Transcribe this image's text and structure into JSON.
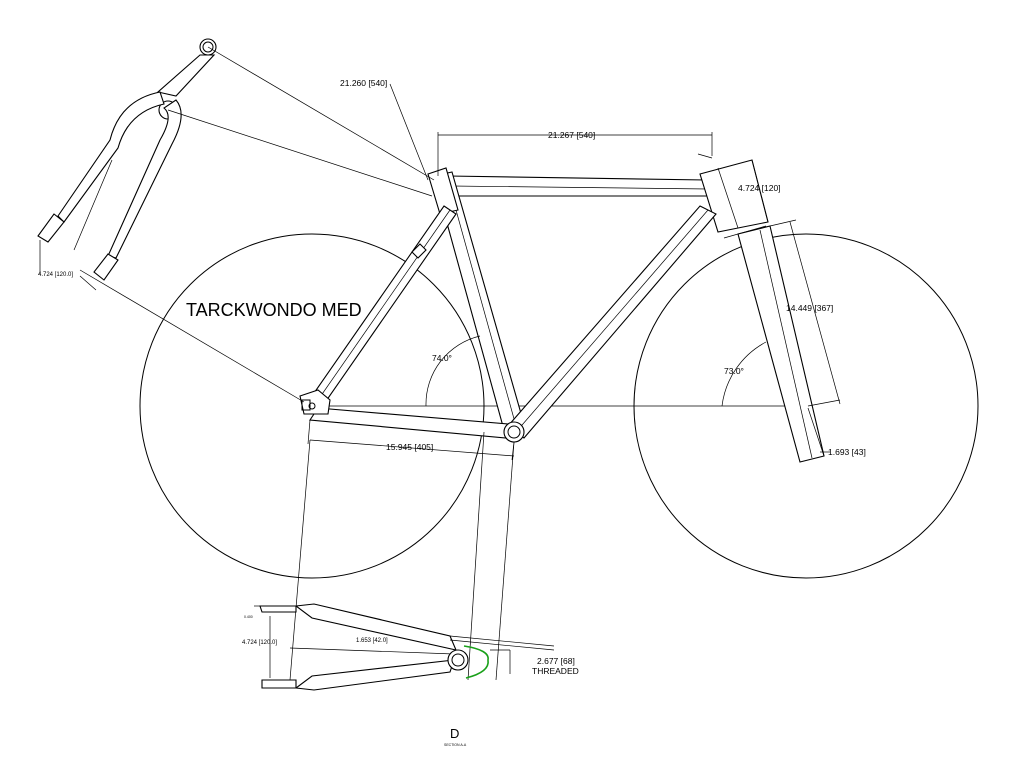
{
  "drawing": {
    "title": "TARCKWONDO MED",
    "sheet_letter": "D",
    "section_label": "SECTION A-A"
  },
  "dimensions": {
    "seat_tube_length": "21.260 [540]",
    "top_tube_length": "21.267 [540]",
    "head_tube_length": "4.724 [120]",
    "fork_length": "14.449 [367]",
    "fork_offset": "1.693 [43]",
    "chainstay_length": "15.945 [405]",
    "seat_angle": "74.0°",
    "head_angle": "73.0°",
    "rear_spacing_top": "4.724 [120.0]",
    "rear_spacing_bottom": "4.724 [120.0]",
    "chainline": "1.653 [42.0]",
    "bb_shell_width": "2.677 [68]",
    "bb_shell_type": "THREADED",
    "small_note": "0.400"
  },
  "colors": {
    "line": "#000000",
    "bb_highlight": "#19a019"
  }
}
